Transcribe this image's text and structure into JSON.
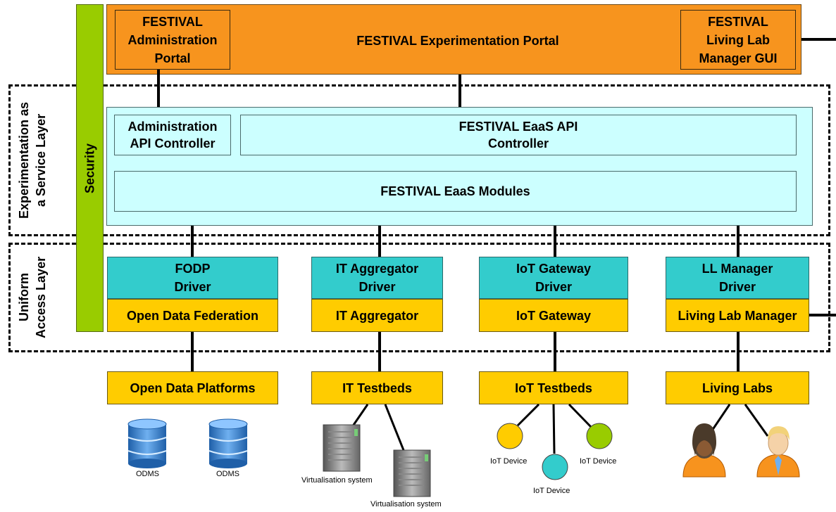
{
  "layers": {
    "eaas": "Experimentation as a Service Layer",
    "uniform": "Uniform Access Layer"
  },
  "security": "Security",
  "portal": {
    "main": "FESTIVAL Experimentation Portal",
    "admin": "FESTIVAL Administration Portal",
    "livinglab": "FESTIVAL Living Lab Manager GUI"
  },
  "eaas": {
    "admin_api": "Administration API Controller",
    "eaas_api": "FESTIVAL EaaS API Controller",
    "modules": "FESTIVAL EaaS Modules"
  },
  "drivers": [
    "FODP Driver",
    "IT Aggregator Driver",
    "IoT Gateway Driver",
    "LL Manager Driver"
  ],
  "components": [
    "Open Data Federation",
    "IT Aggregator",
    "IoT Gateway",
    "Living Lab Manager"
  ],
  "testbeds": [
    "Open Data Platforms",
    "IT Testbeds",
    "IoT Testbeds",
    "Living Labs"
  ],
  "devices": {
    "odms_1": "ODMS",
    "odms_2": "ODMS",
    "virt_1": "Virtualisation system",
    "virt_2": "Virtualisation system",
    "iot_1": "IoT Device",
    "iot_2": "IoT Device",
    "iot_3": "IoT Device"
  },
  "colors": {
    "portal": "#f7941e",
    "eaas_bg": "#ccffff",
    "driver": "#33cccc",
    "component": "#ffcc00",
    "security": "#99cc00",
    "iot_yellow": "#ffcc00",
    "iot_teal": "#33cccc",
    "iot_green": "#99cc00"
  }
}
